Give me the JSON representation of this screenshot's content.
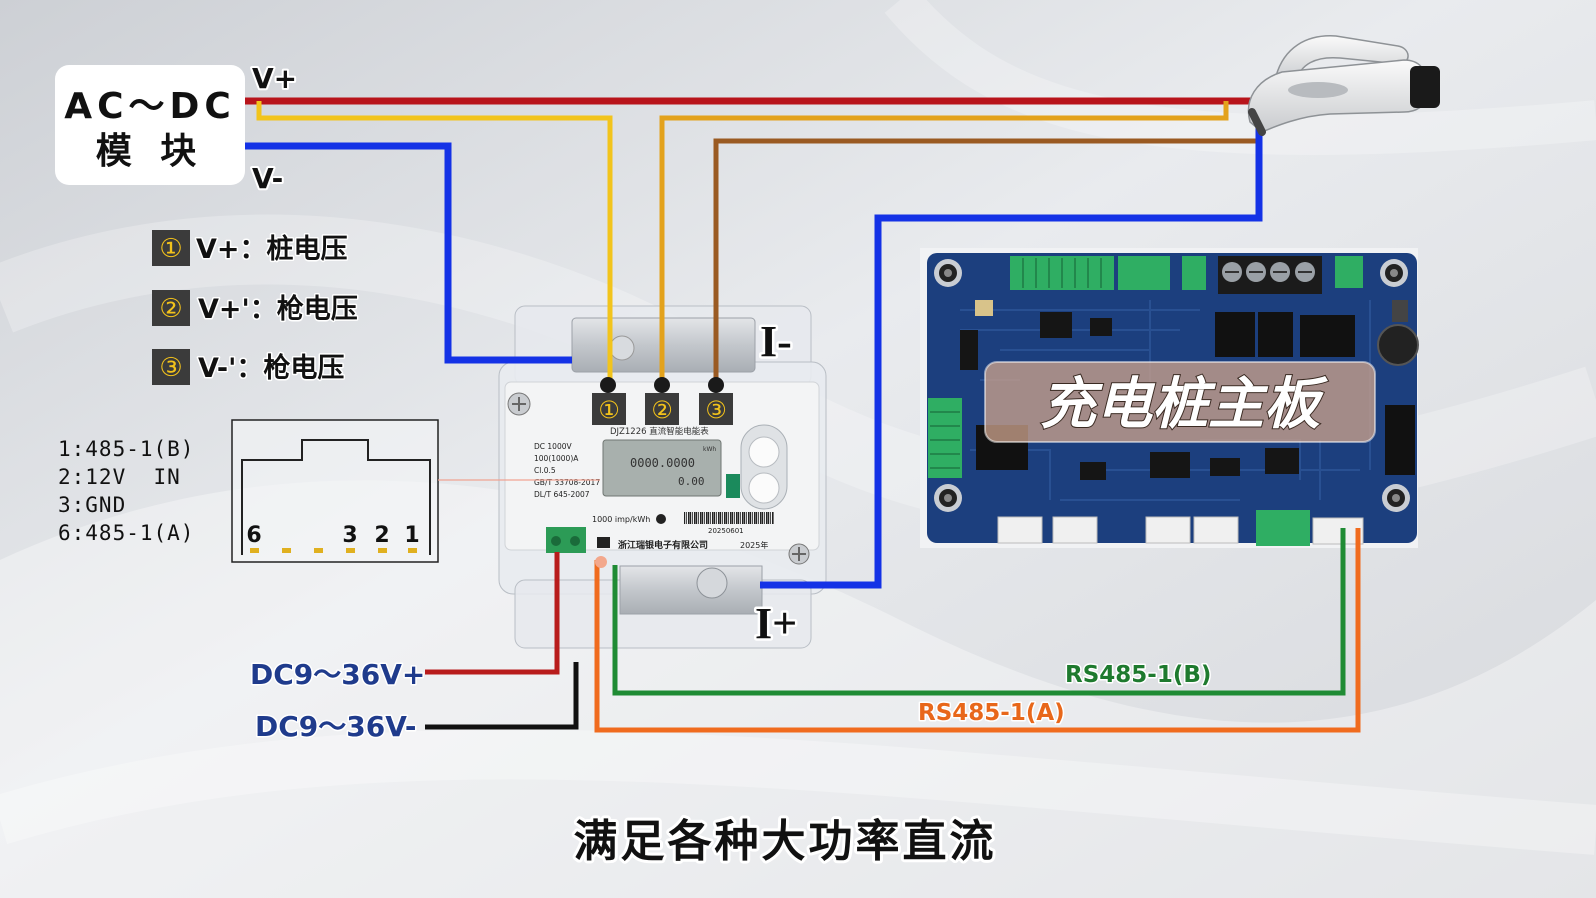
{
  "module_box": {
    "line1": "AC～DC",
    "line2": "模 块"
  },
  "dc_bus": {
    "positive_label": "V+",
    "negative_label": "V-"
  },
  "legend": [
    {
      "num": "①",
      "text": "V+：桩电压"
    },
    {
      "num": "②",
      "text": "V+'：枪电压"
    },
    {
      "num": "③",
      "text": "V-'：枪电压"
    }
  ],
  "pinout": {
    "lines": [
      "1:485-1(B)",
      "2:12V  IN",
      "3:GND",
      "6:485-1(A)"
    ],
    "connector_pins": [
      "6",
      "3",
      "2",
      "1"
    ]
  },
  "meter": {
    "terminals": [
      "①",
      "②",
      "③"
    ],
    "current_neg_label": "I-",
    "current_pos_label": "I+",
    "model": "DJZ1226 直流智能电能表",
    "specs": [
      "DC 1000V",
      "100(1000)A",
      "Cl.0.5",
      "GB/T 33708-2017",
      "DL/T 645-2007"
    ],
    "lcd_energy": "0000.0000",
    "lcd_power": "0.00",
    "lcd_unit": "kWh",
    "constant": "1000 imp/kWh",
    "serial": "20250601",
    "manufacturer": "浙江瑞银电子有限公司",
    "year": "2025年"
  },
  "power_supply": {
    "positive": "DC9～36V+",
    "negative": "DC9～36V-"
  },
  "rs485": {
    "b_label": "RS485-1(B)",
    "a_label": "RS485-1(A)"
  },
  "mainboard": {
    "label": "充电桩主板"
  },
  "subtitle": "满足各种大功率直流",
  "colors": {
    "dc_positive": "#b8141b",
    "dc_negative": "#1432e6",
    "pile_voltage": "#f2c41c",
    "gun_voltage_pos": "#e3a21c",
    "gun_voltage_neg": "#9a5a22",
    "rs485_b": "#1f8b34",
    "rs485_a": "#f06b1e",
    "supply_pos": "#b81c1c",
    "supply_neg": "#111111",
    "label_blue": "#1f3b8c",
    "label_green": "#1e7a2e",
    "label_orange": "#e8671a",
    "terminal_digit": "#f2c21b"
  }
}
